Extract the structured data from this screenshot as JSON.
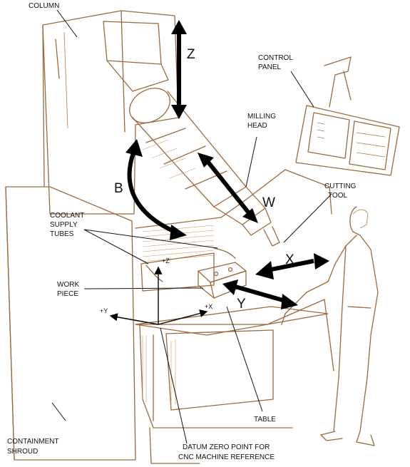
{
  "labels": {
    "column": "COLUMN",
    "control_panel": [
      "CONTROL",
      "PANEL"
    ],
    "milling_head": [
      "MILLING",
      "HEAD"
    ],
    "cutting_tool": [
      "CUTTING",
      "TOOL"
    ],
    "coolant": [
      "COOLANT",
      "SUPPLY",
      "TUBES"
    ],
    "work_piece": [
      "WORK",
      "PIECE"
    ],
    "table": "TABLE",
    "containment": [
      "CONTAINMENT",
      "SHROUD"
    ],
    "datum": [
      "DATUM ZERO POINT FOR",
      "CNC MACHINE REFERENCE"
    ]
  },
  "axes": {
    "z": "Z",
    "b": "B",
    "w": "W",
    "x": "X",
    "y": "Y",
    "plus_z": "+Z",
    "plus_x": "+X",
    "plus_y": "+Y"
  },
  "colors": {
    "sketch": "#9a6a3c",
    "ink": "#111111"
  }
}
